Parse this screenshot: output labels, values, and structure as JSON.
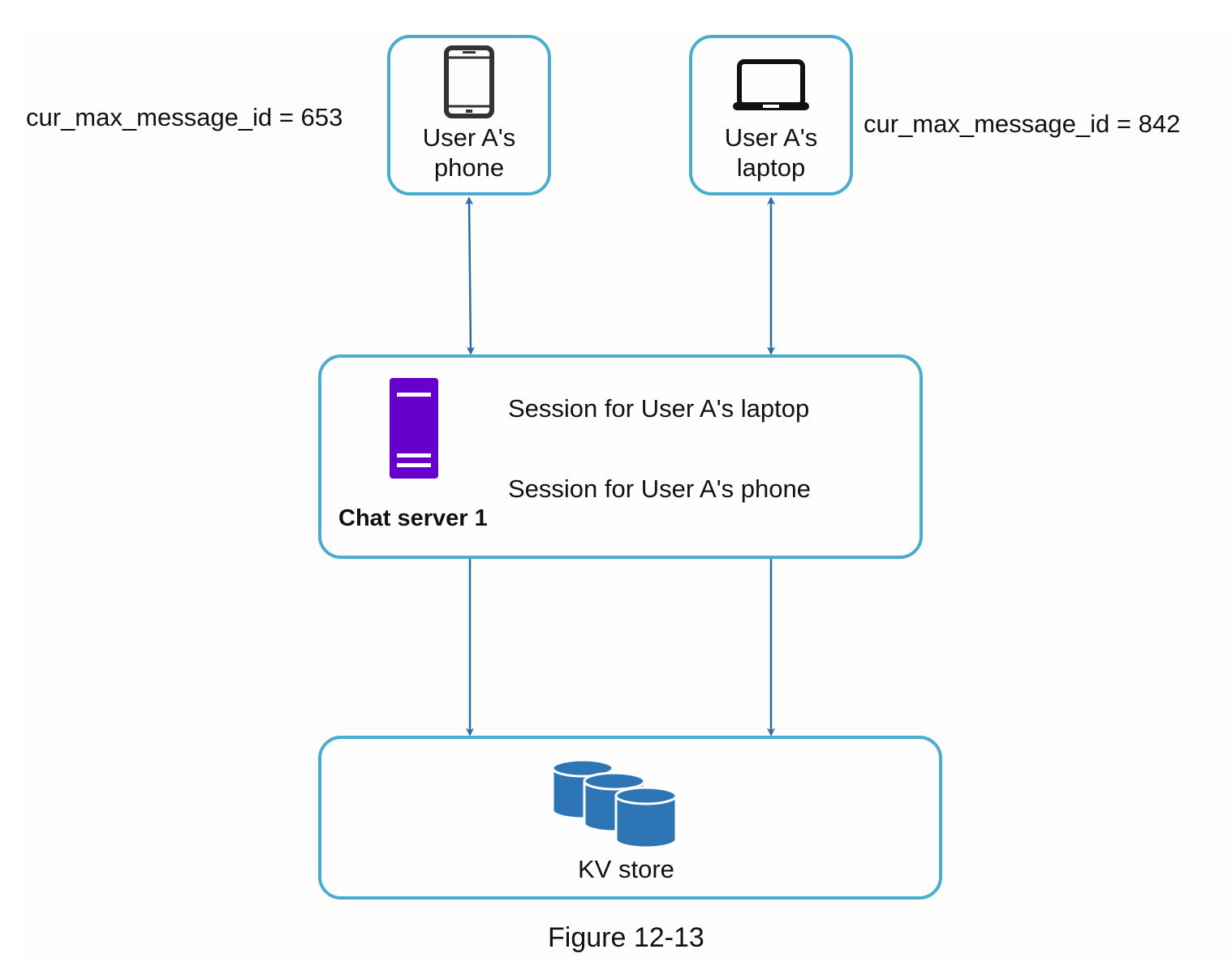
{
  "figure": {
    "caption": "Figure 12-13"
  },
  "devices": {
    "phone": {
      "label_line1": "User A's",
      "label_line2": "phone",
      "cur_max_message_id_text": "cur_max_message_id = 653",
      "icon": "smartphone-icon"
    },
    "laptop": {
      "label_line1": "User A's",
      "label_line2": "laptop",
      "cur_max_message_id_text": "cur_max_message_id = 842",
      "icon": "laptop-icon"
    }
  },
  "chat_server": {
    "title": "Chat server 1",
    "icon": "server-icon",
    "icon_color": "#6600cc",
    "sessions": [
      "Session for User A's laptop",
      "Session for User A's phone"
    ]
  },
  "kv_store": {
    "label": "KV store",
    "icon": "database-cluster-icon",
    "icon_color": "#2e75b6"
  },
  "connections": [
    {
      "from": "phone",
      "to": "chat_server",
      "direction": "bidirectional"
    },
    {
      "from": "laptop",
      "to": "chat_server",
      "direction": "bidirectional"
    },
    {
      "from": "chat_server",
      "to": "kv_store",
      "direction": "forward"
    },
    {
      "from": "chat_server",
      "to": "kv_store",
      "direction": "forward"
    }
  ],
  "colors": {
    "box_border": "#4aaccf",
    "arrow": "#2e6ca8"
  }
}
